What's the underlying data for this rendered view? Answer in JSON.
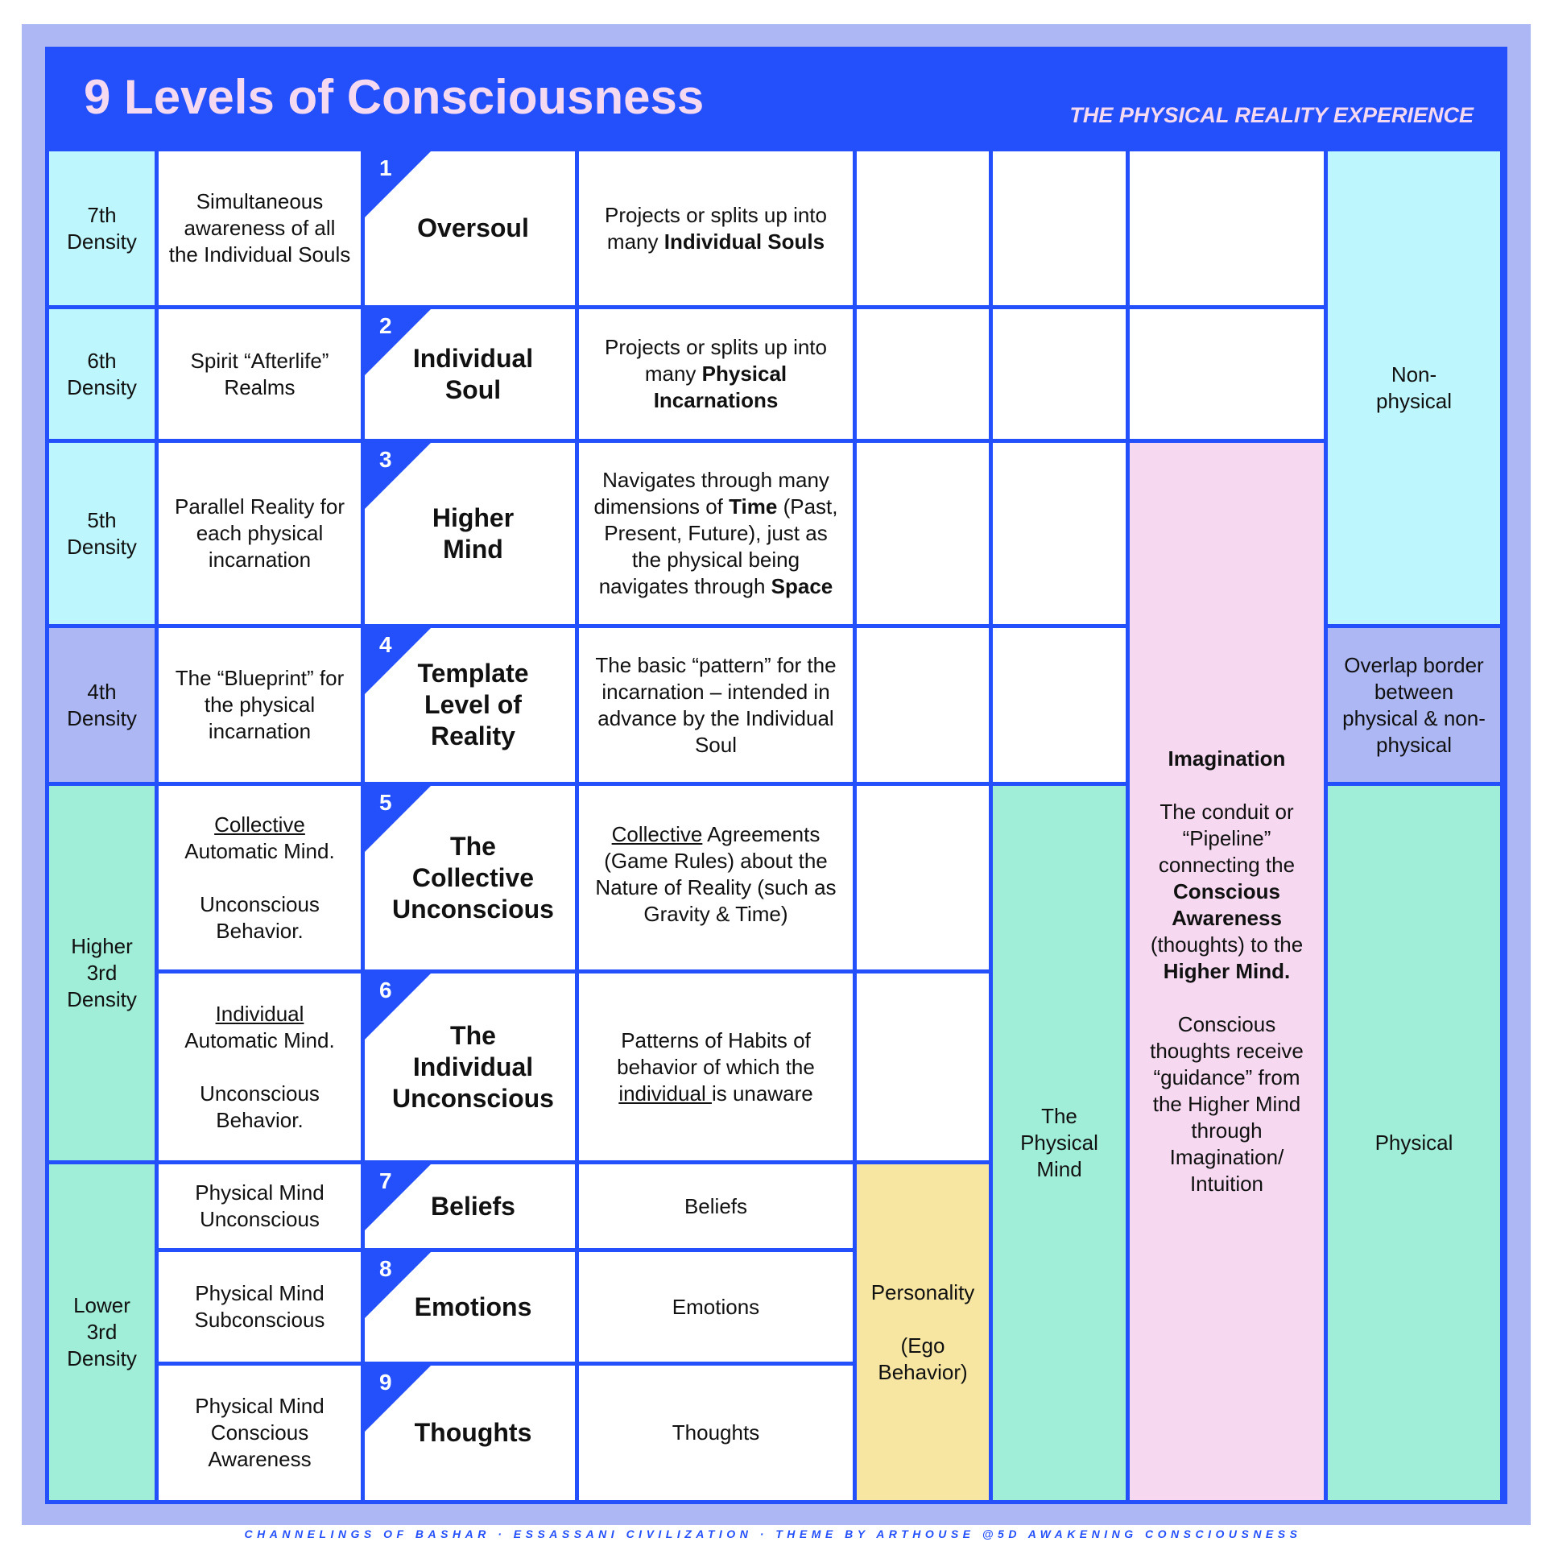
{
  "header": {
    "title": "9 Levels of Consciousness",
    "subtitle": "THE PHYSICAL REALITY EXPERIENCE"
  },
  "densities": [
    {
      "label": "7th\nDensity"
    },
    {
      "label": "6th\nDensity"
    },
    {
      "label": "5th\nDensity"
    },
    {
      "label": "4th\nDensity"
    },
    {
      "label": "Higher\n3rd\nDensity"
    },
    {
      "label": "Lower\n3rd\nDensity"
    }
  ],
  "realms": {
    "r1": "Simultaneous awareness of all the Individual Souls",
    "r2": "Spirit “Afterlife” Realms",
    "r3": "Parallel Reality for each physical incarnation",
    "r4": "The “Blueprint” for the physical incarnation",
    "r5_u": "Collective",
    "r5_a": " Automatic Mind.",
    "r5_b": "Unconscious Behavior.",
    "r6_u": "Individual",
    "r6_a": " Automatic Mind.",
    "r6_b": "Unconscious Behavior.",
    "r7": "Physical Mind Unconscious",
    "r8": "Physical Mind Subconscious",
    "r9": "Physical Mind Conscious Awareness"
  },
  "levels": [
    {
      "number": "1",
      "name": "Oversoul"
    },
    {
      "number": "2",
      "name": "Individual\nSoul"
    },
    {
      "number": "3",
      "name": "Higher\nMind"
    },
    {
      "number": "4",
      "name": "Template\nLevel of\nReality"
    },
    {
      "number": "5",
      "name": "The\nCollective\nUnconscious"
    },
    {
      "number": "6",
      "name": "The\nIndividual\nUnconscious"
    },
    {
      "number": "7",
      "name": "Beliefs"
    },
    {
      "number": "8",
      "name": "Emotions"
    },
    {
      "number": "9",
      "name": "Thoughts"
    }
  ],
  "descriptions": {
    "d1_a": "Projects or splits up into many ",
    "d1_b": "Individual Souls",
    "d2_a": "Projects or splits up into many ",
    "d2_b": "Physical Incarnations",
    "d3_a": "Navigates through many dimensions of ",
    "d3_b": "Time",
    "d3_c": " (Past, Present, Future), just as the physical being navigates through ",
    "d3_d": "Space",
    "d4": "The basic “pattern” for the incarnation – intended in advance by the Individual Soul",
    "d5_u": "Collective",
    "d5_a": " Agreements (Game Rules) about the Nature of Reality (such as Gravity & Time)",
    "d6_a": "Patterns of Habits of behavior of which the ",
    "d6_u": "individual ",
    "d6_b": "is unaware",
    "d7": "Beliefs",
    "d8": "Emotions",
    "d9": "Thoughts"
  },
  "spans": {
    "personality": "Personality\n\n(Ego\nBehavior)",
    "physical_mind": "The\nPhysical\nMind",
    "imagination_title": "Imagination",
    "imagination_a": "The conduit or “Pipeline” connecting the ",
    "imagination_b": "Conscious Awareness",
    "imagination_c": " (thoughts) to the ",
    "imagination_d": "Higher Mind.",
    "imagination_e": "Conscious thoughts receive “guidance” from the Higher Mind through Imagination/ Intuition",
    "non_physical": "Non-\nphysical",
    "overlap": "Overlap border between physical & non-physical",
    "physical": "Physical"
  },
  "footer": "CHANNELINGS OF BASHAR · ESSASSANI CIVILIZATION · THEME BY ARTHOUSE @5D AWAKENING CONSCIOUSNESS",
  "colors": {
    "blue": "#2450fb",
    "frame": "#acb7f4",
    "cyan": "#bdf6fd",
    "mint": "#a0eed8",
    "pink": "#f6d9f1",
    "yellow": "#f7e6a1",
    "title_pink": "#f5d9f0"
  }
}
